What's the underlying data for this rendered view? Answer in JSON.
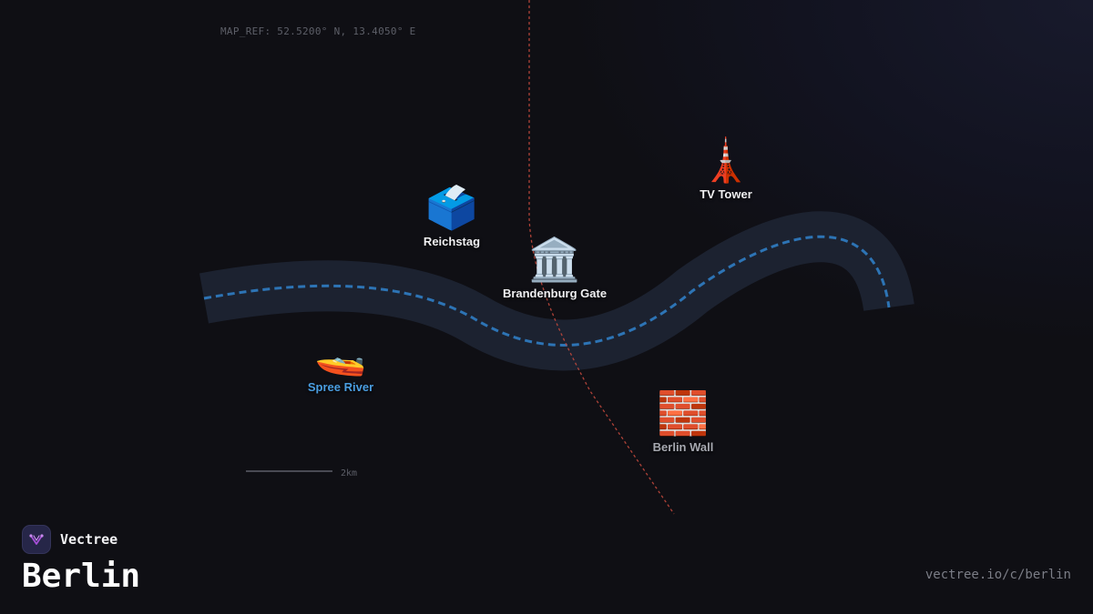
{
  "map": {
    "ref": "MAP_REF: 52.5200° N, 13.4050° E",
    "scale_label": "2km",
    "colors": {
      "river_band": "#1c2230",
      "river_line": "#2d74b5",
      "wall_line": "#c0483c",
      "scale_bar": "#5d5f68"
    }
  },
  "pois": [
    {
      "key": "reichstag",
      "label": "Reichstag",
      "icon": "ballot-box-icon",
      "glyph": "🗳️"
    },
    {
      "key": "brandenburg-gate",
      "label": "Brandenburg Gate",
      "icon": "classical-building-icon",
      "glyph": "🏛️"
    },
    {
      "key": "tv-tower",
      "label": "TV Tower",
      "icon": "tower-icon",
      "glyph": "🗼"
    },
    {
      "key": "spree-river",
      "label": "Spree River",
      "icon": "speedboat-icon",
      "glyph": "🚤"
    },
    {
      "key": "berlin-wall",
      "label": "Berlin Wall",
      "icon": "brick-icon",
      "glyph": "🧱"
    }
  ],
  "brand": {
    "name": "Vectree",
    "logo_icon": "vectree-logo-icon",
    "accent": "#a64fd9"
  },
  "city": "Berlin",
  "url": "vectree.io/c/berlin"
}
